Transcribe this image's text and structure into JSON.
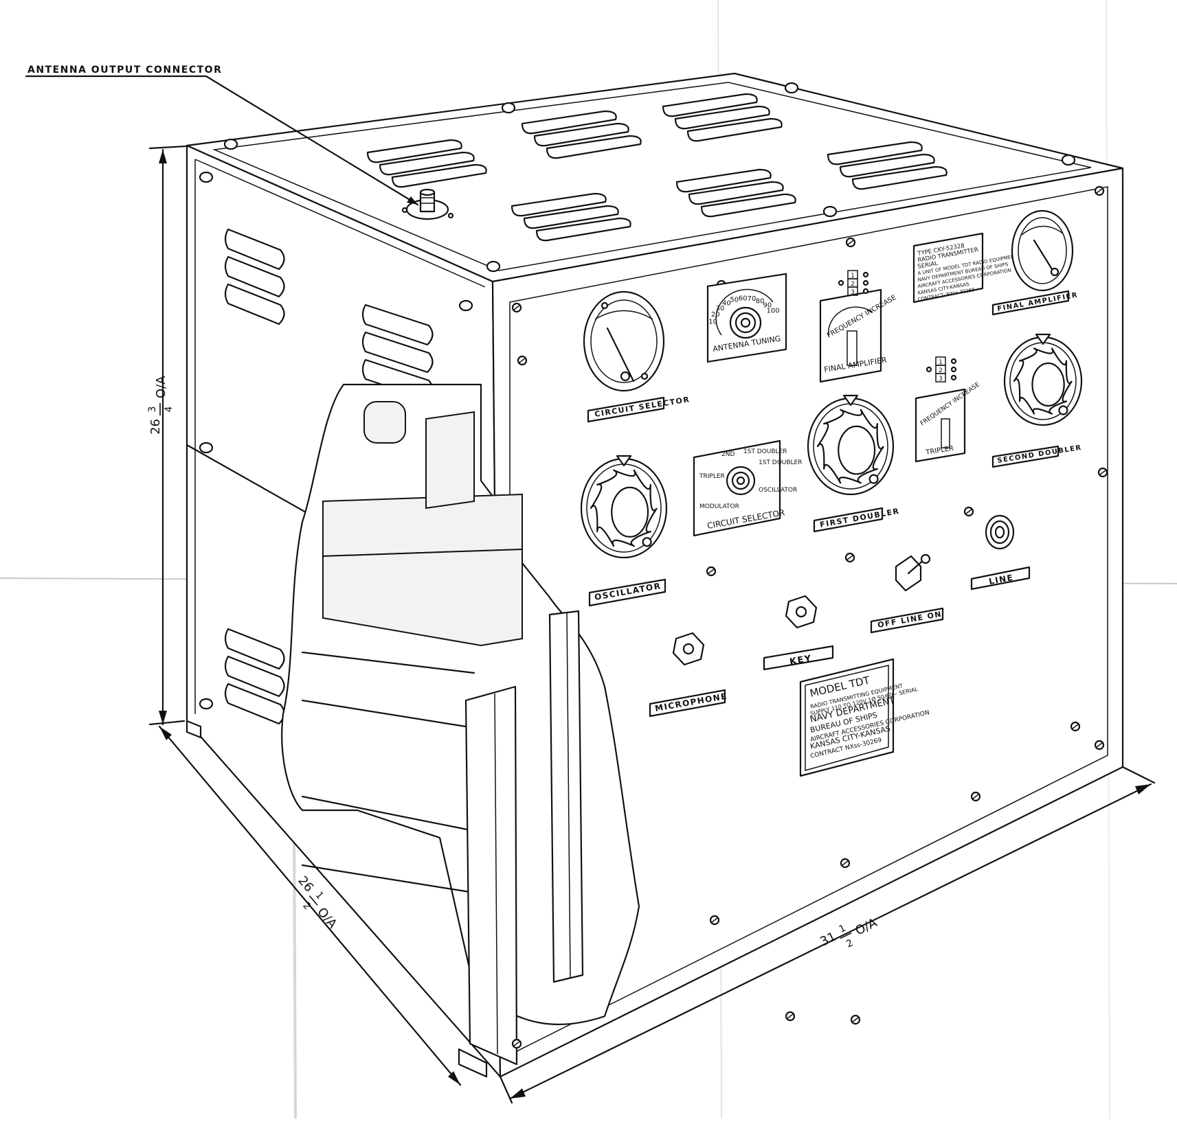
{
  "callouts": {
    "antenna_output_connector": "ANTENNA OUTPUT CONNECTOR"
  },
  "dimensions": {
    "height": {
      "whole": "26",
      "num": "3",
      "den": "4",
      "suffix": "O/A"
    },
    "depth": {
      "whole": "26",
      "num": "1",
      "den": "2",
      "suffix": "O/A"
    },
    "width": {
      "whole": "31",
      "num": "1",
      "den": "2",
      "suffix": "O/A"
    }
  },
  "panel_labels": {
    "circuit_selector_top": "CIRCUIT SELECTOR",
    "antenna_tuning": "ANTENNA TUNING",
    "final_amplifier_window": "FINAL AMPLIFIER",
    "final_amplifier_plate": "FINAL AMPLIFIER",
    "frequency_increase_1": "FREQUENCY INCREASE",
    "frequency_increase_2": "FREQUENCY INCREASE",
    "tripler": "TRIPLER",
    "second_doubler": "SECOND DOUBLER",
    "first_doubler": "FIRST DOUBLER",
    "circuit_selector_mid": "CIRCUIT SELECTOR",
    "oscillator": "OSCILLATOR",
    "off_line_on": "OFF LINE ON",
    "line": "LINE",
    "key": "KEY",
    "microphone": "MICROPHONE"
  },
  "tuning_scale": [
    "10",
    "20",
    "30",
    "40",
    "50",
    "60",
    "70",
    "80",
    "90",
    "100"
  ],
  "selector_positions": [
    "TRIPLER",
    "2ND",
    "1ST DOUBLER",
    "1ST DOUBLER",
    "OSCILLATOR",
    "MODULATOR"
  ],
  "ladder_numbers": [
    "1",
    "2",
    "3"
  ],
  "nameplate_small": [
    "TYPE CKY-52328",
    "RADIO TRANSMITTER",
    "SERIAL",
    "A UNIT OF MODEL TDT RADIO EQUIPMENT",
    "NAVY DEPARTMENT BUREAU OF SHIPS",
    "AIRCRAFT ACCESSORIES CORPORATION",
    "KANSAS CITY-KANSAS",
    "CONTRACT- NXss 30269"
  ],
  "nameplate_main": [
    "MODEL TDT",
    "RADIO TRANSMITTING EQUIPMENT",
    "SUPPLY 110 TO 120V 1Ø 50/60~ SERIAL",
    "NAVY DEPARTMENT",
    "BUREAU OF SHIPS",
    "AIRCRAFT ACCESSORIES CORPORATION",
    "KANSAS CITY-KANSAS",
    "CONTRACT   NXss-30269"
  ],
  "colors": {
    "ink": "#111111",
    "paper": "#ffffff"
  }
}
